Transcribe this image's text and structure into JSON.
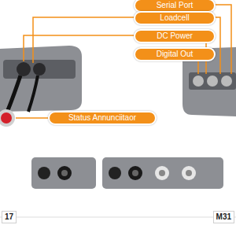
{
  "diagram": {
    "nodes": [
      {
        "text": [
          "Serial Port"
        ]
      },
      {
        "text": [
          "Loadcell"
        ]
      },
      {
        "text": [
          "DC Power"
        ]
      },
      {
        "text": [
          "Digital Out"
        ]
      },
      {
        "text": [
          "Status Annunciitaor"
        ]
      }
    ],
    "labels": [
      "17",
      "M31"
    ]
  }
}
